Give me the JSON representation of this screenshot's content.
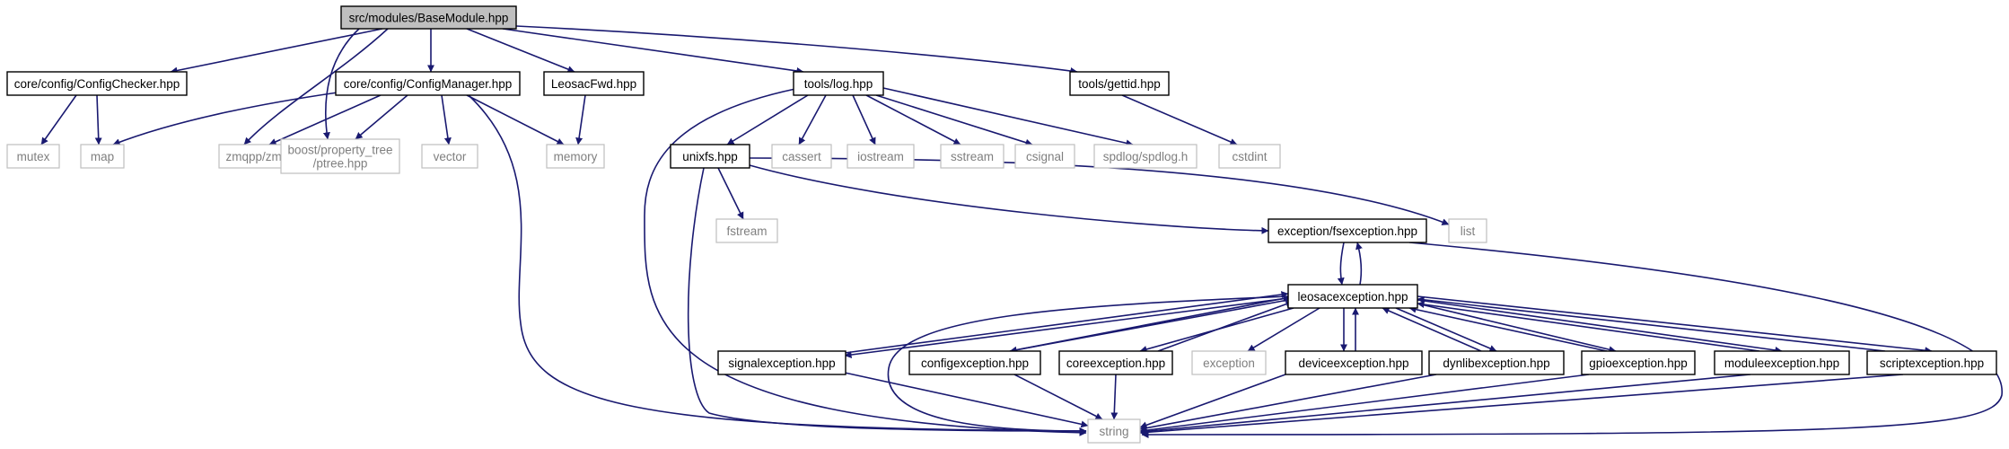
{
  "title": "",
  "nodes": [
    {
      "id": "root",
      "kind": "root",
      "lines": [
        "src/modules/BaseModule.hpp"
      ]
    },
    {
      "id": "configchecker",
      "kind": "file",
      "lines": [
        "core/config/ConfigChecker.hpp"
      ]
    },
    {
      "id": "configmanager",
      "kind": "file",
      "lines": [
        "core/config/ConfigManager.hpp"
      ]
    },
    {
      "id": "leosacfwd",
      "kind": "file",
      "lines": [
        "LeosacFwd.hpp"
      ]
    },
    {
      "id": "log",
      "kind": "file",
      "lines": [
        "tools/log.hpp"
      ]
    },
    {
      "id": "gettid",
      "kind": "file",
      "lines": [
        "tools/gettid.hpp"
      ]
    },
    {
      "id": "mutex",
      "kind": "external",
      "lines": [
        "mutex"
      ]
    },
    {
      "id": "map",
      "kind": "external",
      "lines": [
        "map"
      ]
    },
    {
      "id": "zmqpp",
      "kind": "external",
      "lines": [
        "zmqpp/zmqpp.hpp"
      ]
    },
    {
      "id": "ptree",
      "kind": "external",
      "lines": [
        "boost/property_tree",
        "/ptree.hpp"
      ]
    },
    {
      "id": "vector",
      "kind": "external",
      "lines": [
        "vector"
      ]
    },
    {
      "id": "memory",
      "kind": "external",
      "lines": [
        "memory"
      ]
    },
    {
      "id": "unixfs",
      "kind": "file",
      "lines": [
        "unixfs.hpp"
      ]
    },
    {
      "id": "cassert",
      "kind": "external",
      "lines": [
        "cassert"
      ]
    },
    {
      "id": "iostream",
      "kind": "external",
      "lines": [
        "iostream"
      ]
    },
    {
      "id": "sstream",
      "kind": "external",
      "lines": [
        "sstream"
      ]
    },
    {
      "id": "csignal",
      "kind": "external",
      "lines": [
        "csignal"
      ]
    },
    {
      "id": "spdlog",
      "kind": "external",
      "lines": [
        "spdlog/spdlog.h"
      ]
    },
    {
      "id": "cstdint",
      "kind": "external",
      "lines": [
        "cstdint"
      ]
    },
    {
      "id": "fstream",
      "kind": "external",
      "lines": [
        "fstream"
      ]
    },
    {
      "id": "list",
      "kind": "external",
      "lines": [
        "list"
      ]
    },
    {
      "id": "fsexception",
      "kind": "file",
      "lines": [
        "exception/fsexception.hpp"
      ]
    },
    {
      "id": "leosacexception",
      "kind": "file",
      "lines": [
        "leosacexception.hpp"
      ]
    },
    {
      "id": "signalexception",
      "kind": "file",
      "lines": [
        "signalexception.hpp"
      ]
    },
    {
      "id": "configexception",
      "kind": "file",
      "lines": [
        "configexception.hpp"
      ]
    },
    {
      "id": "coreexception",
      "kind": "file",
      "lines": [
        "coreexception.hpp"
      ]
    },
    {
      "id": "exception",
      "kind": "external",
      "lines": [
        "exception"
      ]
    },
    {
      "id": "deviceexception",
      "kind": "file",
      "lines": [
        "deviceexception.hpp"
      ]
    },
    {
      "id": "dynlibexception",
      "kind": "file",
      "lines": [
        "dynlibexception.hpp"
      ]
    },
    {
      "id": "gpioexception",
      "kind": "file",
      "lines": [
        "gpioexception.hpp"
      ]
    },
    {
      "id": "moduleexception",
      "kind": "file",
      "lines": [
        "moduleexception.hpp"
      ]
    },
    {
      "id": "scriptexception",
      "kind": "file",
      "lines": [
        "scriptexception.hpp"
      ]
    },
    {
      "id": "string",
      "kind": "external",
      "lines": [
        "string"
      ]
    }
  ],
  "edges": [
    [
      "root",
      "configchecker"
    ],
    [
      "root",
      "configmanager"
    ],
    [
      "root",
      "leosacfwd"
    ],
    [
      "root",
      "log"
    ],
    [
      "root",
      "gettid"
    ],
    [
      "root",
      "zmqpp"
    ],
    [
      "root",
      "ptree"
    ],
    [
      "configchecker",
      "mutex"
    ],
    [
      "configchecker",
      "map"
    ],
    [
      "configmanager",
      "map"
    ],
    [
      "configmanager",
      "zmqpp"
    ],
    [
      "configmanager",
      "ptree"
    ],
    [
      "configmanager",
      "vector"
    ],
    [
      "configmanager",
      "memory"
    ],
    [
      "configmanager",
      "string"
    ],
    [
      "leosacfwd",
      "memory"
    ],
    [
      "log",
      "unixfs"
    ],
    [
      "log",
      "cassert"
    ],
    [
      "log",
      "iostream"
    ],
    [
      "log",
      "sstream"
    ],
    [
      "log",
      "csignal"
    ],
    [
      "log",
      "spdlog"
    ],
    [
      "log",
      "string"
    ],
    [
      "gettid",
      "cstdint"
    ],
    [
      "unixfs",
      "fstream"
    ],
    [
      "unixfs",
      "list"
    ],
    [
      "unixfs",
      "fsexception"
    ],
    [
      "unixfs",
      "string"
    ],
    [
      "fsexception",
      "leosacexception"
    ],
    [
      "fsexception",
      "string"
    ],
    [
      "leosacexception",
      "fsexception"
    ],
    [
      "leosacexception",
      "signalexception"
    ],
    [
      "leosacexception",
      "configexception"
    ],
    [
      "leosacexception",
      "coreexception"
    ],
    [
      "leosacexception",
      "exception"
    ],
    [
      "leosacexception",
      "deviceexception"
    ],
    [
      "leosacexception",
      "dynlibexception"
    ],
    [
      "leosacexception",
      "gpioexception"
    ],
    [
      "leosacexception",
      "moduleexception"
    ],
    [
      "leosacexception",
      "scriptexception"
    ],
    [
      "leosacexception",
      "string"
    ],
    [
      "signalexception",
      "leosacexception"
    ],
    [
      "signalexception",
      "string"
    ],
    [
      "configexception",
      "leosacexception"
    ],
    [
      "configexception",
      "string"
    ],
    [
      "coreexception",
      "leosacexception"
    ],
    [
      "coreexception",
      "string"
    ],
    [
      "deviceexception",
      "leosacexception"
    ],
    [
      "deviceexception",
      "string"
    ],
    [
      "dynlibexception",
      "leosacexception"
    ],
    [
      "dynlibexception",
      "string"
    ],
    [
      "gpioexception",
      "leosacexception"
    ],
    [
      "gpioexception",
      "string"
    ],
    [
      "moduleexception",
      "leosacexception"
    ],
    [
      "moduleexception",
      "string"
    ],
    [
      "scriptexception",
      "leosacexception"
    ],
    [
      "scriptexception",
      "string"
    ]
  ],
  "colors": {
    "edge": "#191970",
    "box_border": "#000000",
    "external_border": "#bfbfbf",
    "external_text": "#7f7f7f",
    "root_fill": "#bfbfbf"
  }
}
